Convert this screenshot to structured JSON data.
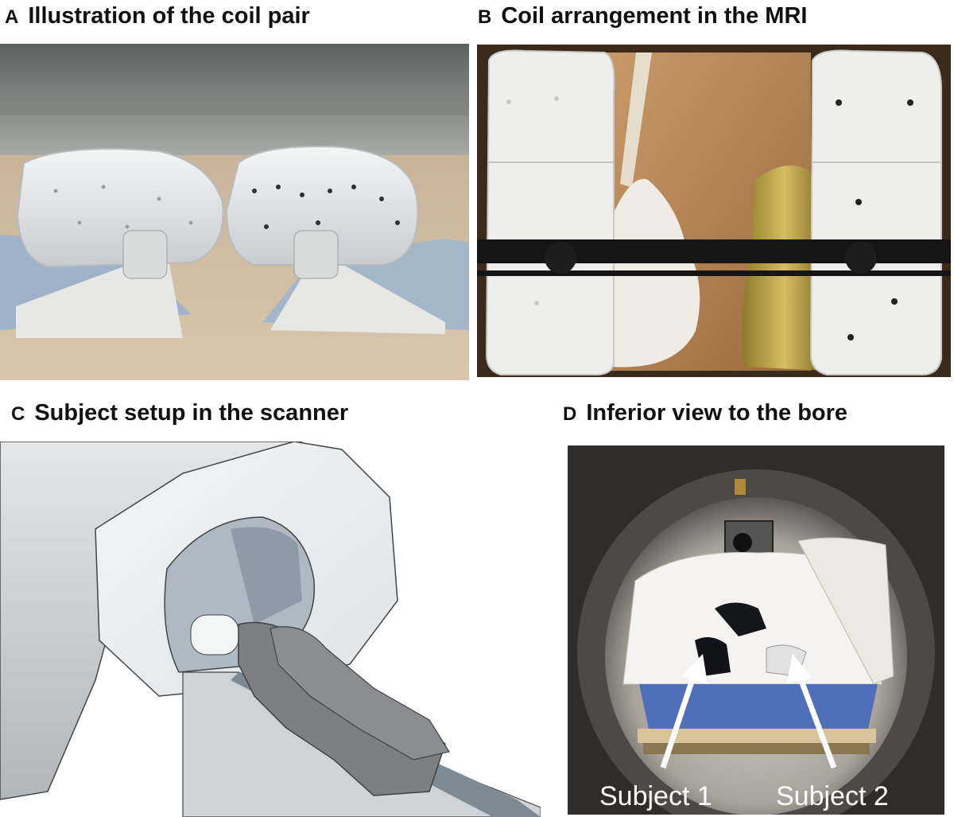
{
  "panels": [
    {
      "letter": "A",
      "title": "Illustration of the coil pair"
    },
    {
      "letter": "B",
      "title": "Coil arrangement in the MRI"
    },
    {
      "letter": "C",
      "title": "Subject setup in the scanner"
    },
    {
      "letter": "D",
      "title": "Inferior view to the bore"
    }
  ],
  "labels": {
    "subject1": "Subject 1",
    "subject2": "Subject 2"
  }
}
